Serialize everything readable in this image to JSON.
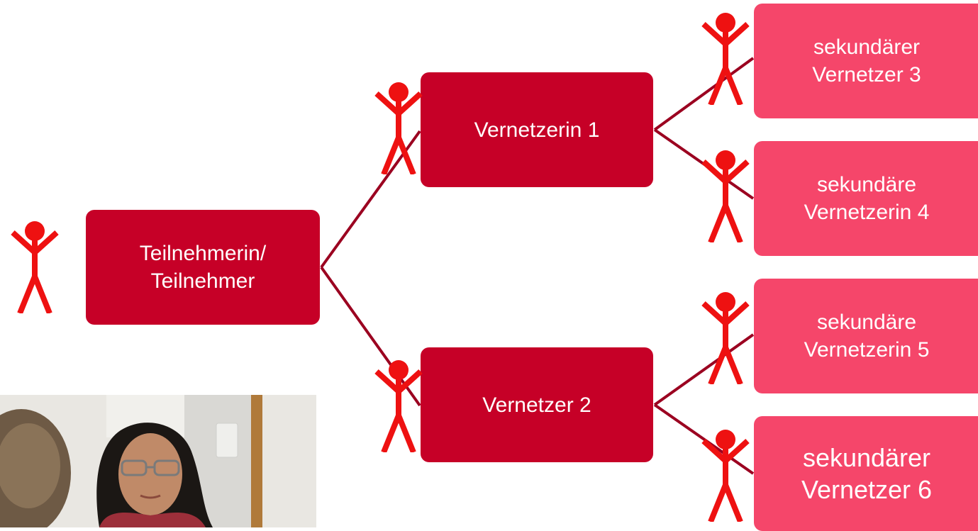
{
  "diagram": {
    "colors": {
      "primary_box": "#c60027",
      "secondary_box": "#f5466a",
      "connector": "#9b0020",
      "figure": "#ee1111",
      "text": "#ffffff"
    },
    "root": {
      "line1": "Teilnehmerin/",
      "line2": "Teilnehmer"
    },
    "level1": [
      {
        "label": "Vernetzerin 1"
      },
      {
        "label": "Vernetzer 2"
      }
    ],
    "level2": [
      {
        "line1": "sekundärer",
        "line2": "Vernetzer 3"
      },
      {
        "line1": "sekundäre",
        "line2": "Vernetzerin 4"
      },
      {
        "line1": "sekundäre",
        "line2": "Vernetzerin 5"
      },
      {
        "line1": "sekundärer",
        "line2": "Vernetzer 6"
      }
    ],
    "figure_icon": "person-stick-figure-icon",
    "photo": "photo of a woman with glasses in conversation"
  }
}
